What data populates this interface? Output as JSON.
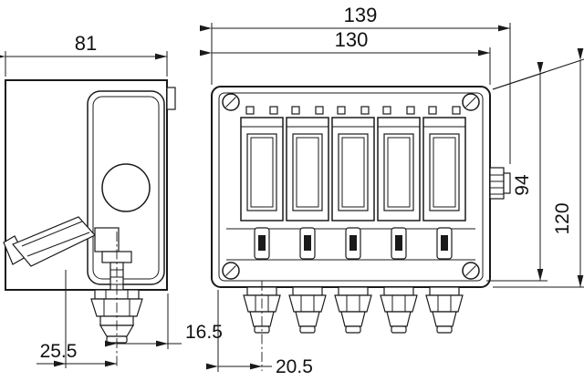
{
  "colors": {
    "line": "#1a1a1a",
    "background": "#ffffff"
  },
  "dims": {
    "d139": "139",
    "d130": "130",
    "d81": "81",
    "d94": "94",
    "d120": "120",
    "d16_5": "16.5",
    "d25_5": "25.5",
    "d20_5": "20.5"
  }
}
